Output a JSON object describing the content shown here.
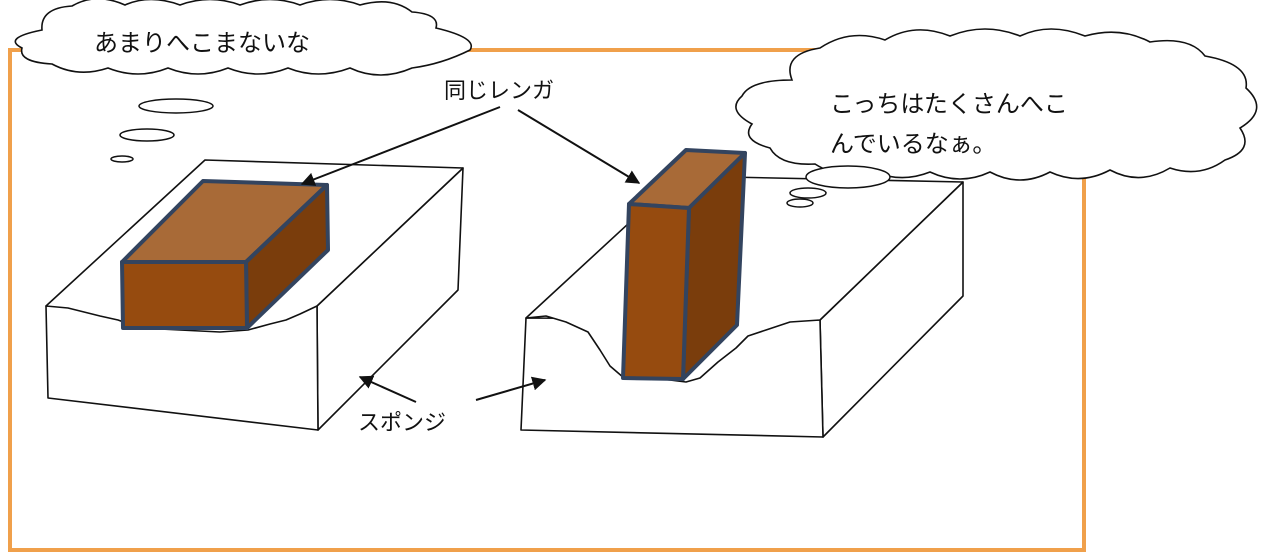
{
  "thought_left": "あまりへこまないな",
  "thought_right_line1": "こっちはたくさんへこ",
  "thought_right_line2": "んでいるなぁ。",
  "label_brick": "同じレンガ",
  "label_sponge": "スポンジ",
  "colors": {
    "frame": "#F0A04B",
    "brick_top": "#A86A37",
    "brick_front": "#964B0F",
    "brick_side": "#7A3D0C",
    "brick_outline": "#33445F",
    "stroke": "#111111"
  }
}
